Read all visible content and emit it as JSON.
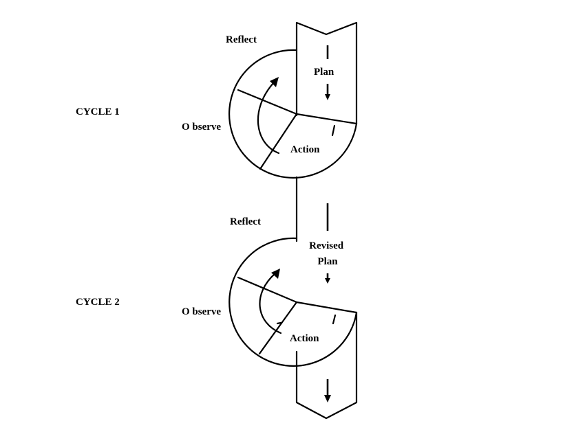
{
  "cycles": [
    {
      "name": "CYCLE 1",
      "plan_label": "Plan",
      "reflect_label": "Reflect",
      "observe_label": "O bserve",
      "action_label": "Action"
    },
    {
      "name": "CYCLE 2",
      "plan_label": "Revised Plan",
      "plan_label_lines": [
        "Revised",
        "Plan"
      ],
      "reflect_label": "Reflect",
      "observe_label": "O bserve",
      "action_label": "Action"
    }
  ],
  "colors": {
    "stroke": "#000000",
    "background": "#ffffff"
  }
}
